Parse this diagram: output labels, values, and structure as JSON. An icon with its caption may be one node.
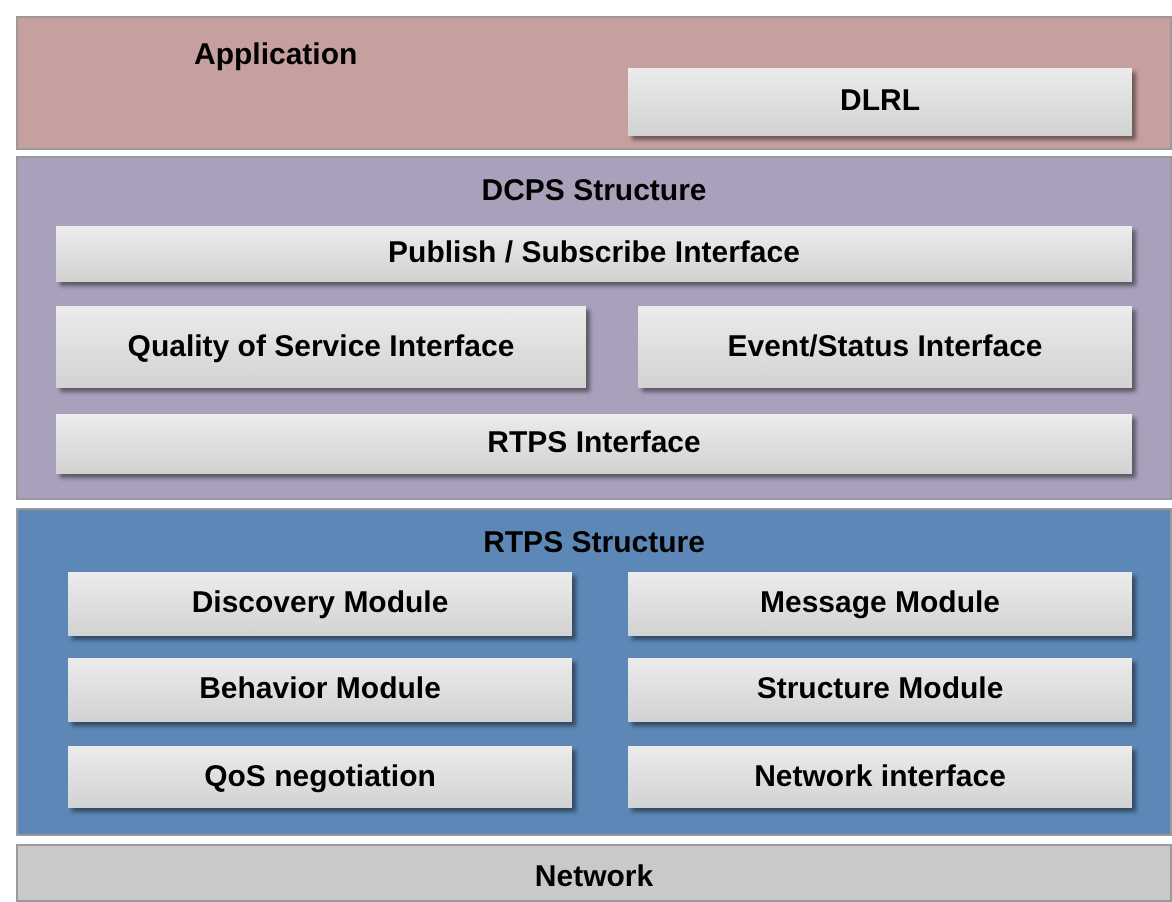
{
  "diagram": {
    "nodes": [
      {
        "text": [
          "Application"
        ]
      },
      {
        "text": [
          "DLRL"
        ],
        "in": 0
      },
      {
        "text": [
          "DCPS Structure"
        ]
      },
      {
        "text": [
          "Publish / Subscribe Interface"
        ],
        "in": 2
      },
      {
        "text": [
          "Quality of Service Interface"
        ],
        "in": 2
      },
      {
        "text": [
          "Event/Status Interface"
        ],
        "in": 2
      },
      {
        "text": [
          "RTPS Interface"
        ],
        "in": 2
      },
      {
        "text": [
          "RTPS Structure"
        ]
      },
      {
        "text": [
          "Discovery Module"
        ],
        "in": 7
      },
      {
        "text": [
          "Message Module"
        ],
        "in": 7
      },
      {
        "text": [
          "Behavior Module"
        ],
        "in": 7
      },
      {
        "text": [
          "Structure Module"
        ],
        "in": 7
      },
      {
        "text": [
          "QoS negotiation"
        ],
        "in": 7
      },
      {
        "text": [
          "Network interface"
        ],
        "in": 7
      },
      {
        "text": [
          "Network"
        ]
      }
    ]
  }
}
